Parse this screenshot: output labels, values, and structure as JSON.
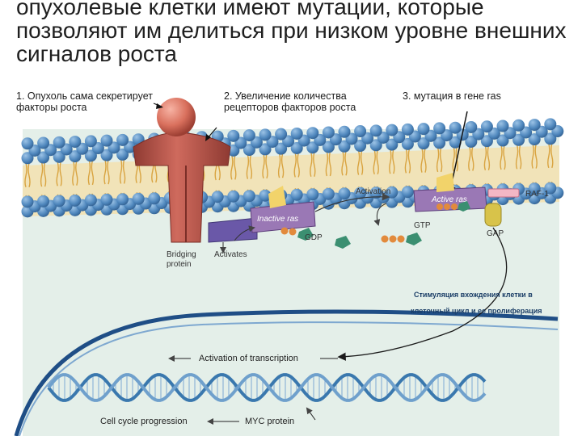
{
  "title": "опухолевые клетки имеют мутации, которые позволяют им делиться при низком уровне внешних сигналов роста",
  "callouts": {
    "c1": "1. Опухоль сама секретирует факторы роста",
    "c2": "2. Увеличение количества рецепторов факторов роста",
    "c3": "3. мутация в гене ras"
  },
  "figure": {
    "inactive_ras": "Inactive ras",
    "active_ras": "Active ras",
    "activation": "Activation",
    "gtp": "GTP",
    "gdp": "GDP",
    "raf1": "RAF-1",
    "gap": "GAP",
    "bridging_protein": "Bridging protein",
    "activates": "Activates",
    "stimulation_line1": "Стимуляция вхождения клетки в",
    "stimulation_line2": "клеточный цикл и ее пролиферация",
    "activation_of_transcription": "Activation of transcription",
    "cell_cycle_progression": "Cell cycle progression",
    "myc_protein": "MYC protein"
  },
  "colors": {
    "background": "#ffffff",
    "cytoplasm": "#e4efe9",
    "membrane_head": "#4f87bd",
    "membrane_tail": "#d9a441",
    "receptor": "#c2574c",
    "growth_factor": "#e07f6e",
    "ras_purple": "#8d6aa6",
    "gtp_orange": "#e28a3c",
    "gdp_green": "#3b8f71",
    "nucleus_line": "#1f4e86",
    "dna": "#3a78ae"
  }
}
